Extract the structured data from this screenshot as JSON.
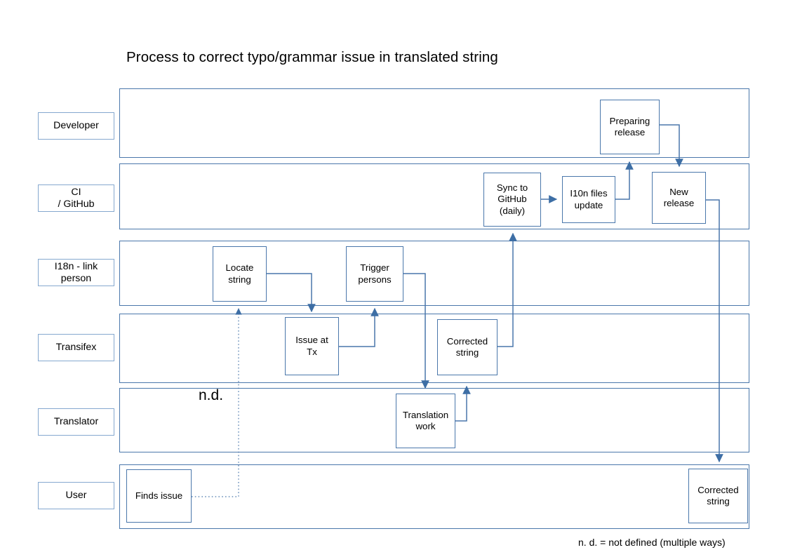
{
  "diagram": {
    "title": "Process to correct typo/grammar issue in translated string",
    "legend": "n. d. = not defined (multiple ways)",
    "undefined_marker": "n.d.",
    "colors": {
      "lane_border": "#4a77ab",
      "node_border": "#4a77ab",
      "connector": "#4a77ab",
      "label_border": "#85a8cf",
      "background": "#ffffff",
      "text": "#000000"
    },
    "lanes": [
      {
        "id": "developer",
        "label": "Developer"
      },
      {
        "id": "ci-github",
        "label": "CI\n/ GitHub"
      },
      {
        "id": "i18n-link-person",
        "label": "I18n - link\nperson"
      },
      {
        "id": "transifex",
        "label": "Transifex"
      },
      {
        "id": "translator",
        "label": "Translator"
      },
      {
        "id": "user",
        "label": "User"
      }
    ],
    "nodes": [
      {
        "id": "preparing-release",
        "lane": "developer",
        "label": "Preparing\nrelease"
      },
      {
        "id": "sync-to-github",
        "lane": "ci-github",
        "label": "Sync to\nGitHub\n(daily)"
      },
      {
        "id": "l10n-files-update",
        "lane": "ci-github",
        "label": "I10n files\nupdate"
      },
      {
        "id": "new-release",
        "lane": "ci-github",
        "label": "New\nrelease"
      },
      {
        "id": "locate-string",
        "lane": "i18n-link-person",
        "label": "Locate\nstring"
      },
      {
        "id": "trigger-persons",
        "lane": "i18n-link-person",
        "label": "Trigger\npersons"
      },
      {
        "id": "issue-at-tx",
        "lane": "transifex",
        "label": "Issue at\nTx"
      },
      {
        "id": "corrected-string-tx",
        "lane": "transifex",
        "label": "Corrected\nstring"
      },
      {
        "id": "translation-work",
        "lane": "translator",
        "label": "Translation\nwork"
      },
      {
        "id": "finds-issue",
        "lane": "user",
        "label": "Finds issue"
      },
      {
        "id": "corrected-string-user",
        "lane": "user",
        "label": "Corrected\nstring"
      }
    ],
    "edges": [
      {
        "from": "finds-issue",
        "to": "locate-string",
        "style": "dotted",
        "note": "n.d."
      },
      {
        "from": "locate-string",
        "to": "issue-at-tx",
        "style": "solid"
      },
      {
        "from": "issue-at-tx",
        "to": "trigger-persons",
        "style": "solid"
      },
      {
        "from": "trigger-persons",
        "to": "translation-work",
        "style": "solid"
      },
      {
        "from": "translation-work",
        "to": "corrected-string-tx",
        "style": "solid"
      },
      {
        "from": "corrected-string-tx",
        "to": "sync-to-github",
        "style": "solid"
      },
      {
        "from": "sync-to-github",
        "to": "l10n-files-update",
        "style": "solid"
      },
      {
        "from": "l10n-files-update",
        "to": "preparing-release",
        "style": "solid"
      },
      {
        "from": "preparing-release",
        "to": "new-release",
        "style": "solid"
      },
      {
        "from": "new-release",
        "to": "corrected-string-user",
        "style": "solid"
      }
    ]
  }
}
